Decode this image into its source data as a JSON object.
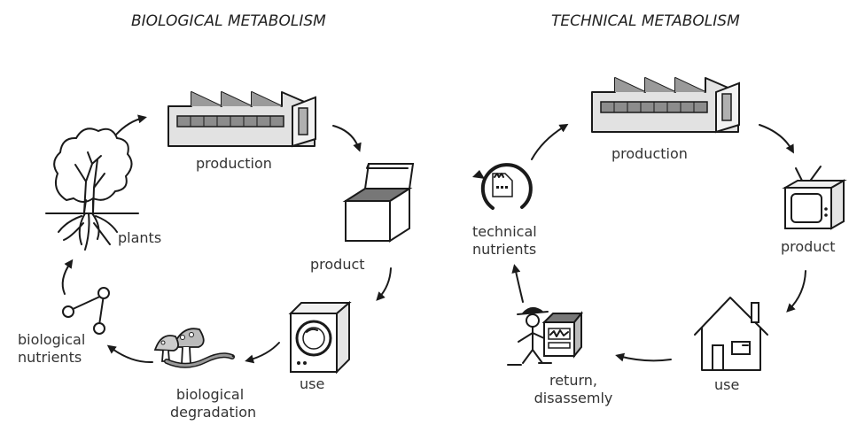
{
  "biological": {
    "title": "BIOLOGICAL METABOLISM",
    "production": "production",
    "product": "product",
    "use": "use",
    "degradation_line1": "biological",
    "degradation_line2": "degradation",
    "nutrients_line1": "biological",
    "nutrients_line2": "nutrients",
    "plants": "plants"
  },
  "technical": {
    "title": "TECHNICAL METABOLISM",
    "production": "production",
    "product": "product",
    "use": "use",
    "return_line1": "return,",
    "return_line2": "disassemly",
    "nutrients_line1": "technical",
    "nutrients_line2": "nutrients"
  },
  "colors": {
    "ink": "#1a1a1a",
    "factory_fill": "#d9d9d9",
    "window_fill": "#8c8c8c"
  }
}
